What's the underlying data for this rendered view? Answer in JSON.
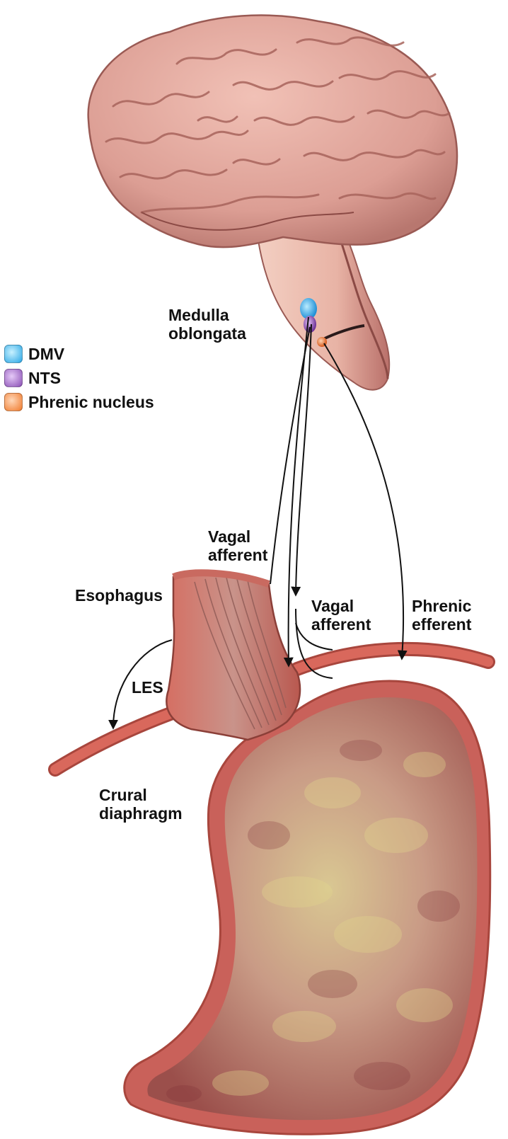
{
  "labels": {
    "medulla": [
      "Medulla",
      "oblongata"
    ],
    "vagal_afferent_top": [
      "Vagal",
      "afferent"
    ],
    "esophagus": "Esophagus",
    "vagal_afferent_right": [
      "Vagal",
      "afferent"
    ],
    "phrenic_efferent": [
      "Phrenic",
      "efferent"
    ],
    "les": "LES",
    "crural_diaphragm": [
      "Crural",
      "diaphragm"
    ]
  },
  "legend": [
    {
      "label": "DMV",
      "color": "#2aa7e6"
    },
    {
      "label": "NTS",
      "color": "#8a4fb5"
    },
    {
      "label": "Phrenic nucleus",
      "color": "#f07a2c"
    }
  ],
  "colors": {
    "brain": "#e0a49a",
    "brain_dark": "#b8776f",
    "brainstem": "#f0c4b5",
    "muscle": "#d9685c",
    "muscle_dark": "#a8463d",
    "mucosa": "#b86a64",
    "mucosa_light": "#d8c98e"
  }
}
